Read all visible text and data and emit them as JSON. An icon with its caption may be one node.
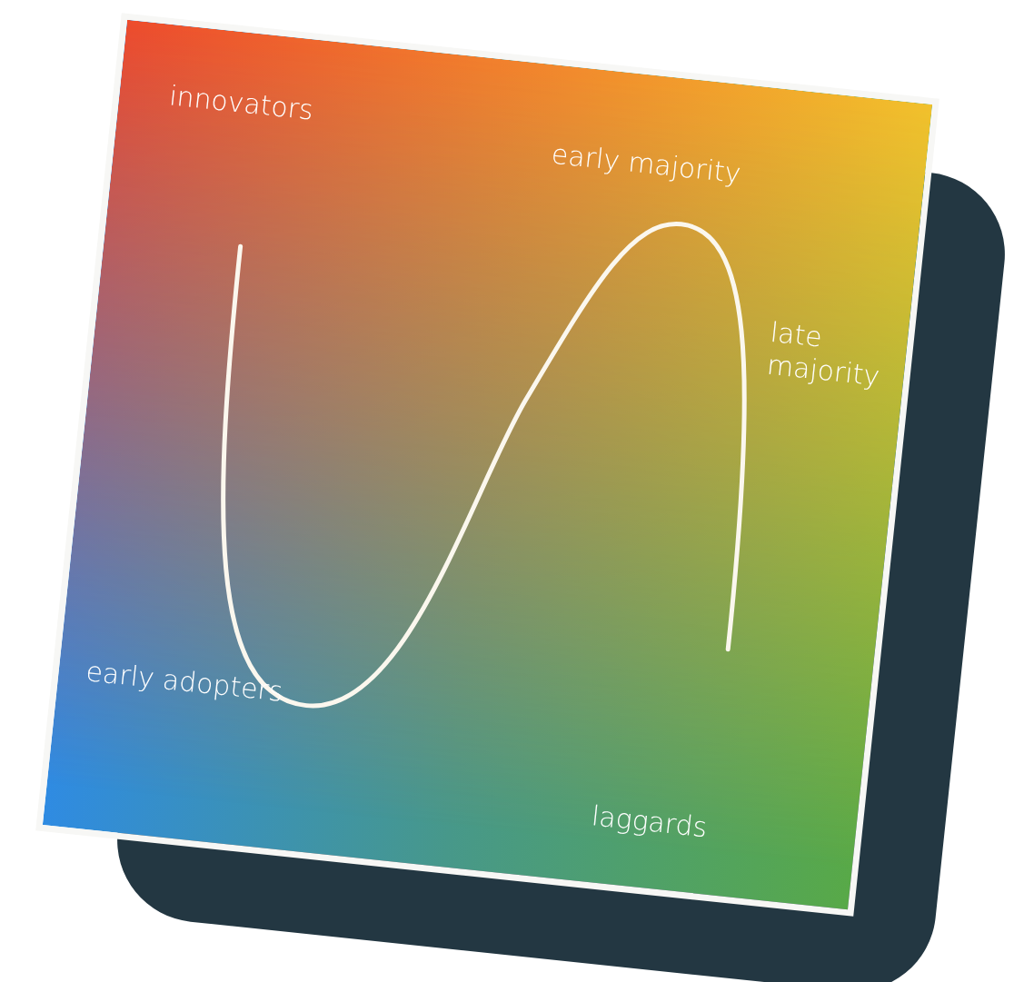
{
  "diagram": {
    "labels": [
      "innovators",
      "early majority",
      "late majority",
      "early adopters",
      "laggards"
    ]
  }
}
